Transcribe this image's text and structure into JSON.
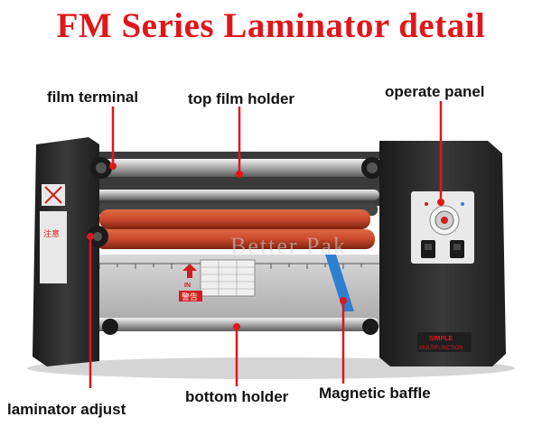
{
  "title": "FM Series Laminator detail",
  "labels": {
    "film_terminal": "film terminal",
    "top_film_holder": "top film holder",
    "operate_panel": "operate panel",
    "laminator_adjust": "laminator adjust",
    "bottom_holder": "bottom holder",
    "magnetic_baffle": "Magnetic baffle"
  },
  "watermark": "Better Pak",
  "machine_text": {
    "warning_chinese": "警告",
    "caution_chinese": "注意",
    "brand": "SIMPLE",
    "multifunction": "MULTIFUNCTION",
    "in_label": "IN"
  },
  "colors": {
    "title": "#e0161b",
    "pointer": "#e0161b",
    "roller": "#c8482a",
    "body": "#2b2b2b"
  }
}
